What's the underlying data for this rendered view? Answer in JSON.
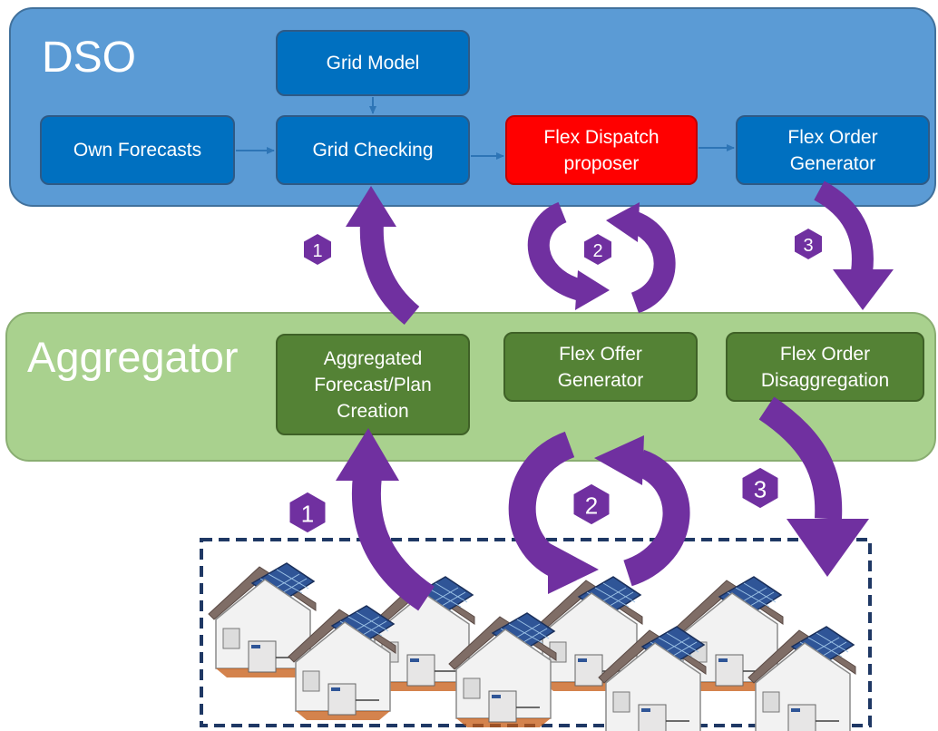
{
  "dso": {
    "title": "DSO",
    "boxes": {
      "grid_model": "Grid Model",
      "own_forecasts": "Own Forecasts",
      "grid_checking": "Grid Checking",
      "flex_dispatch": "Flex Dispatch\nproposer",
      "flex_order_generator": "Flex Order\nGenerator"
    }
  },
  "aggregator": {
    "title": "Aggregator",
    "boxes": {
      "aggregated_forecast": "Aggregated\nForecast/Plan\nCreation",
      "flex_offer_generator": "Flex Offer\nGenerator",
      "flex_order_disaggregation": "Flex Order\nDisaggregation"
    }
  },
  "step_markers": {
    "upper": [
      "1",
      "2",
      "3"
    ],
    "lower": [
      "1",
      "2",
      "3"
    ]
  },
  "colors": {
    "dso_panel": "#5b9bd5",
    "dso_box": "#0070c0",
    "highlight_box": "#ff0000",
    "aggregator_panel": "#a9d18e",
    "aggregator_box": "#548235",
    "flow_arrow": "#7030a0",
    "connector": "#2e75b6",
    "houses_border": "#1f3864"
  },
  "icons": {
    "houses": "house-with-solar-panels-icon",
    "marker": "hexagon-step-marker-icon"
  }
}
